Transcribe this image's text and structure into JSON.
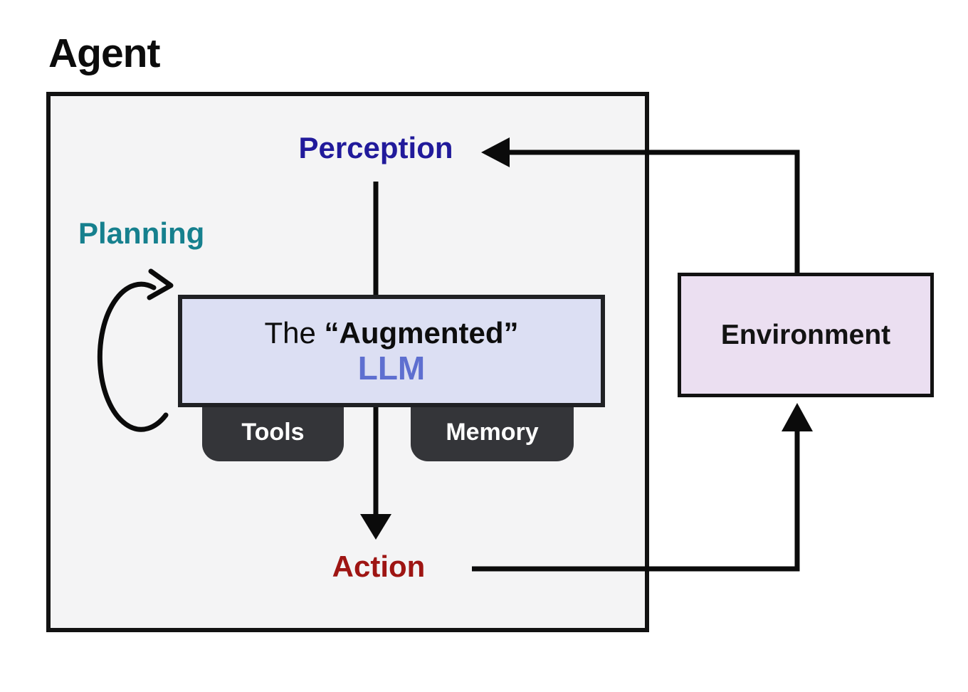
{
  "agent": {
    "title": "Agent"
  },
  "perception": {
    "label": "Perception"
  },
  "planning": {
    "label": "Planning"
  },
  "action": {
    "label": "Action"
  },
  "llm": {
    "line1_regular": "The ",
    "line1_bold": "“Augmented”",
    "line2": "LLM"
  },
  "tools": {
    "label": "Tools"
  },
  "memory": {
    "label": "Memory"
  },
  "environment": {
    "label": "Environment"
  },
  "colors": {
    "perception": "#211a9b",
    "planning": "#16808e",
    "action": "#9e1513",
    "llm": "#5e6fd0",
    "llm_fill": "#dcdff3",
    "env_fill": "#ebdff1",
    "agent_fill": "#f4f4f5",
    "tab_fill": "#343539",
    "line": "#0b0b0b"
  }
}
